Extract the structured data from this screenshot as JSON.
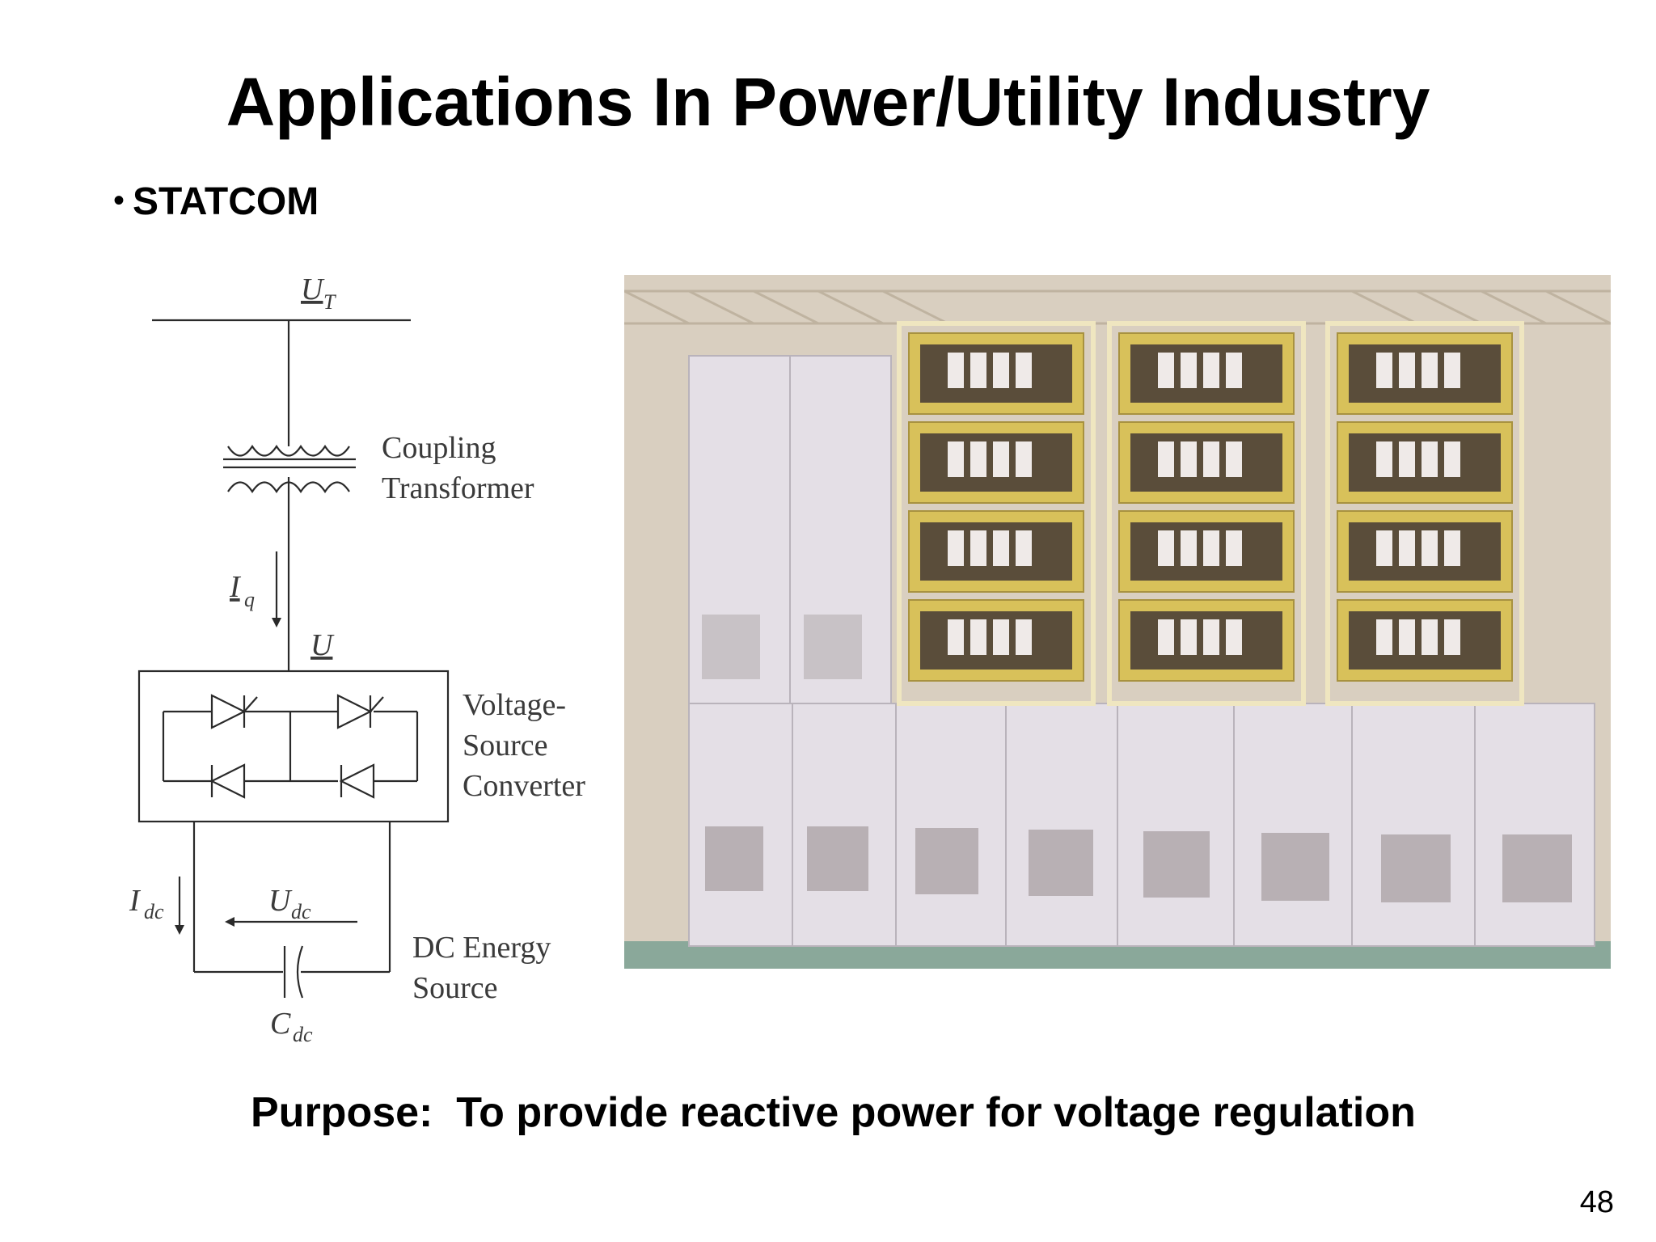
{
  "slide": {
    "title": "Applications In Power/Utility Industry",
    "bullet": "STATCOM",
    "purpose": "Purpose:  To provide reactive power for voltage regulation",
    "page_number": "48"
  },
  "diagram": {
    "labels": {
      "ut": "U",
      "ut_sub": "T",
      "iq": "I",
      "iq_sub": "q",
      "u": "U",
      "idc": "I",
      "idc_sub": "dc",
      "udc": "U",
      "udc_sub": "dc",
      "cdc": "C",
      "cdc_sub": "dc",
      "coupling_line1": "Coupling",
      "coupling_line2": "Transformer",
      "vsc_line1": "Voltage-",
      "vsc_line2": "Source",
      "vsc_line3": "Converter",
      "dc_line1": "DC Energy",
      "dc_line2": "Source"
    }
  },
  "photo": {
    "subject": "STATCOM converter equipment installation",
    "colors": {
      "cabinet": "#e4dfe6",
      "rack_frame": "#d8c15a",
      "background": "#d9cfc0",
      "floor": "#8aa89a"
    }
  }
}
